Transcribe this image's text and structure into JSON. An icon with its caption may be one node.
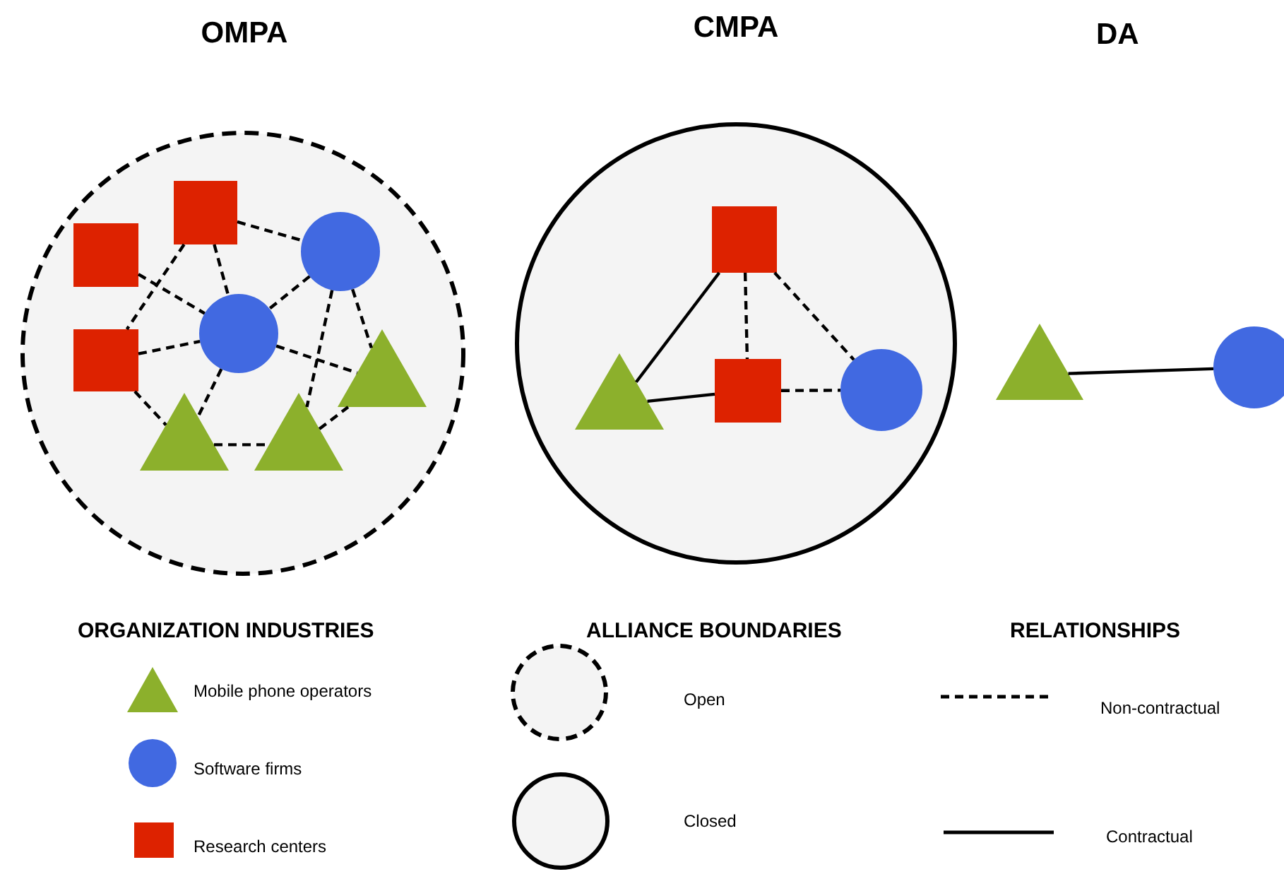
{
  "diagram": {
    "nodes": [
      {
        "text": [
          "OMPA"
        ]
      },
      {
        "text": [],
        "shape": "box",
        "in": 0
      },
      {
        "text": [],
        "shape": "box",
        "in": 0
      },
      {
        "text": [],
        "shape": "circle",
        "in": 0
      },
      {
        "text": [],
        "shape": "circle",
        "in": 0
      },
      {
        "text": [],
        "shape": "box",
        "in": 0
      },
      {
        "text": [],
        "shape": "triangle",
        "in": 0
      },
      {
        "text": [],
        "shape": "triangle",
        "in": 0
      },
      {
        "text": [],
        "shape": "triangle",
        "in": 0
      },
      {
        "text": [
          "CMPA"
        ]
      },
      {
        "text": [],
        "shape": "box",
        "in": 9
      },
      {
        "text": [],
        "shape": "triangle",
        "in": 9
      },
      {
        "text": [],
        "shape": "box",
        "in": 9
      },
      {
        "text": [],
        "shape": "circle",
        "in": 9
      },
      {
        "text": [],
        "shape": "triangle"
      },
      {
        "text": [],
        "shape": "circle"
      }
    ],
    "edges": [
      {
        "from": 1,
        "to": 3,
        "arrow": "none",
        "style": "dashed"
      },
      {
        "from": 1,
        "to": 4,
        "arrow": "none",
        "style": "dashed"
      },
      {
        "from": 1,
        "to": 5,
        "arrow": "none",
        "style": "dashed"
      },
      {
        "from": 2,
        "to": 4,
        "arrow": "none",
        "style": "dashed"
      },
      {
        "from": 5,
        "to": 4,
        "arrow": "none",
        "style": "dashed"
      },
      {
        "from": 5,
        "to": 7,
        "arrow": "none",
        "style": "dashed"
      },
      {
        "from": 4,
        "to": 7,
        "arrow": "none",
        "style": "dashed"
      },
      {
        "from": 4,
        "to": 6,
        "arrow": "none",
        "style": "dashed"
      },
      {
        "from": 3,
        "to": 4,
        "arrow": "none",
        "style": "dashed"
      },
      {
        "from": 3,
        "to": 8,
        "arrow": "none",
        "style": "dashed"
      },
      {
        "from": 3,
        "to": 6,
        "arrow": "none",
        "style": "dashed"
      },
      {
        "from": 7,
        "to": 8,
        "arrow": "none",
        "style": "dashed"
      },
      {
        "from": 8,
        "to": 6,
        "arrow": "none",
        "style": "dashed"
      },
      {
        "from": 10,
        "to": 11,
        "arrow": "none"
      },
      {
        "from": 10,
        "to": 12,
        "arrow": "none",
        "style": "dashed"
      },
      {
        "from": 10,
        "to": 13,
        "arrow": "none",
        "style": "dashed"
      },
      {
        "from": 11,
        "to": 12,
        "arrow": "none"
      },
      {
        "from": 12,
        "to": 13,
        "arrow": "none",
        "style": "dashed"
      },
      {
        "from": 14,
        "to": 15,
        "arrow": "none"
      }
    ],
    "labels": [
      "DA",
      "ORGANIZATION INDUSTRIES",
      "ALLIANCE BOUNDARIES",
      "RELATIONSHIPS"
    ],
    "legend": [
      {
        "text": "Mobile phone operators"
      },
      {
        "text": "Software firms"
      },
      {
        "text": "Research centers"
      },
      {
        "text": "Open"
      },
      {
        "text": "Closed"
      },
      {
        "text": "Non-contractual"
      },
      {
        "text": "Contractual"
      }
    ]
  }
}
